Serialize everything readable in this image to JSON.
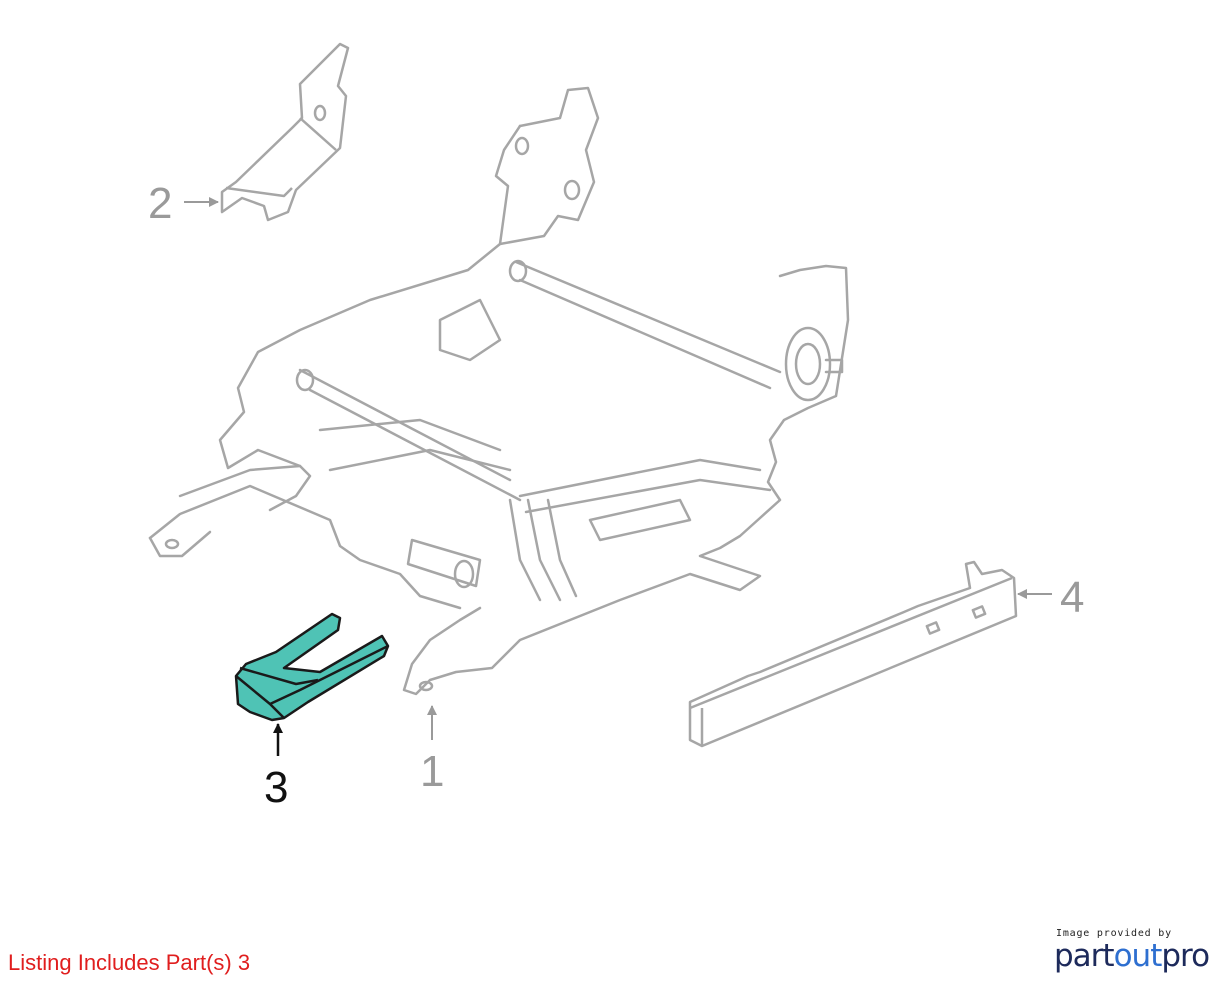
{
  "diagram": {
    "callouts": [
      {
        "id": "1",
        "label": "1",
        "highlighted": false
      },
      {
        "id": "2",
        "label": "2",
        "highlighted": false
      },
      {
        "id": "3",
        "label": "3",
        "highlighted": true
      },
      {
        "id": "4",
        "label": "4",
        "highlighted": false
      }
    ],
    "colors": {
      "line": "#a6a6a6",
      "highlight_fill": "#4fc3b5",
      "highlight_stroke": "#1a1a1a",
      "callout_text": "#9a9a9a",
      "callout_text_highlighted": "#111111"
    }
  },
  "footer": {
    "listing_note": "Listing Includes Part(s) 3",
    "listing_note_color": "#e01e1e",
    "brand_caption": "Image provided by",
    "brand_name_part1": "part",
    "brand_name_part2": "out",
    "brand_name_part3": "pro"
  }
}
